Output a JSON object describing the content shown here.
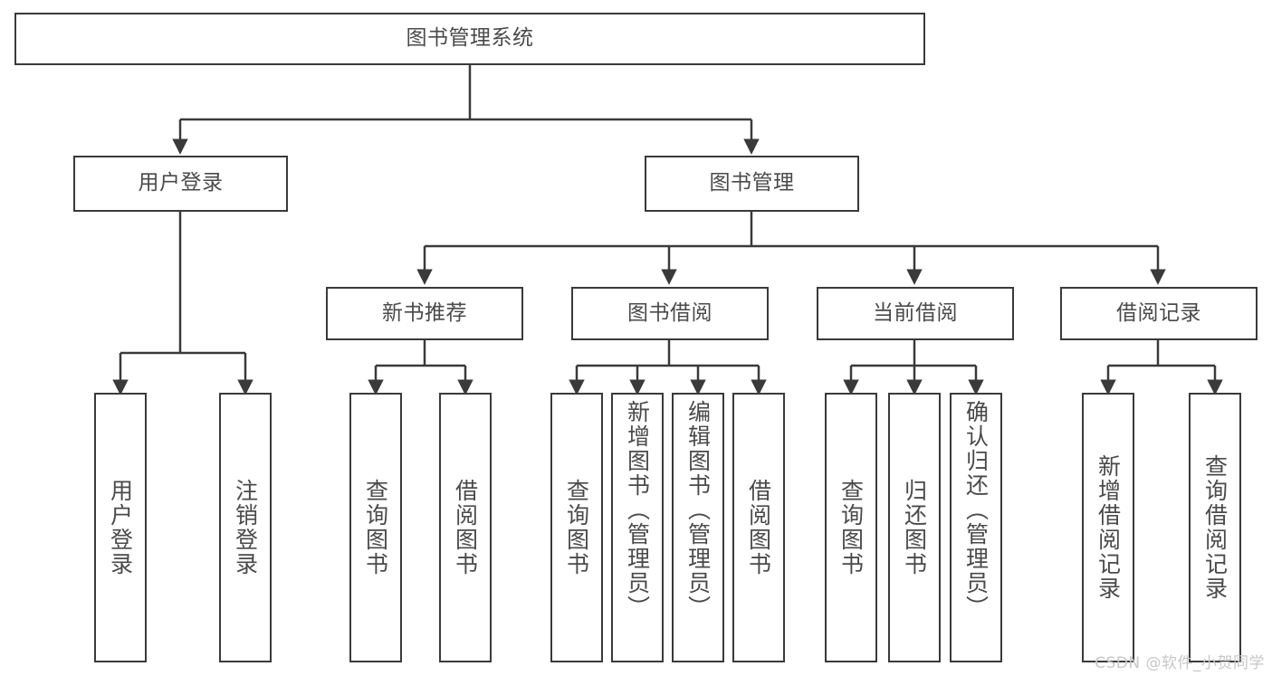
{
  "diagram": {
    "title": "图书管理系统",
    "type": "tree-hierarchy",
    "watermark": "CSDN @软件_小贺同学",
    "stroke_color": "#3a3a3a",
    "text_color": "#4a4a4a",
    "background_color": "#ffffff"
  },
  "nodes": {
    "root": {
      "label": "图书管理系统"
    },
    "level2": [
      {
        "id": "user-login",
        "label": "用户登录"
      },
      {
        "id": "book-manage",
        "label": "图书管理"
      }
    ],
    "level3": [
      {
        "id": "new-book-rec",
        "label": "新书推荐"
      },
      {
        "id": "book-borrow",
        "label": "图书借阅"
      },
      {
        "id": "current-borrow",
        "label": "当前借阅"
      },
      {
        "id": "borrow-record",
        "label": "借阅记录"
      }
    ],
    "leaves": {
      "user_login": [
        {
          "id": "leaf-user-login",
          "label": "用户登录"
        },
        {
          "id": "leaf-logout-login",
          "label": "注销登录"
        }
      ],
      "new_book_rec": [
        {
          "id": "leaf-query-book-1",
          "label": "查询图书"
        },
        {
          "id": "leaf-borrow-book-1",
          "label": "借阅图书"
        }
      ],
      "book_borrow": [
        {
          "id": "leaf-query-book-2",
          "label": "查询图书"
        },
        {
          "id": "leaf-add-book",
          "label": "新增图书（管理员）"
        },
        {
          "id": "leaf-edit-book",
          "label": "编辑图书（管理员）"
        },
        {
          "id": "leaf-borrow-book-2",
          "label": "借阅图书"
        }
      ],
      "current_borrow": [
        {
          "id": "leaf-query-book-3",
          "label": "查询图书"
        },
        {
          "id": "leaf-return-book",
          "label": "归还图书"
        },
        {
          "id": "leaf-confirm-return",
          "label": "确认归还（管理员）"
        }
      ],
      "borrow_record": [
        {
          "id": "leaf-add-record",
          "label": "新增借阅记录"
        },
        {
          "id": "leaf-query-record",
          "label": "查询借阅记录"
        }
      ]
    }
  }
}
